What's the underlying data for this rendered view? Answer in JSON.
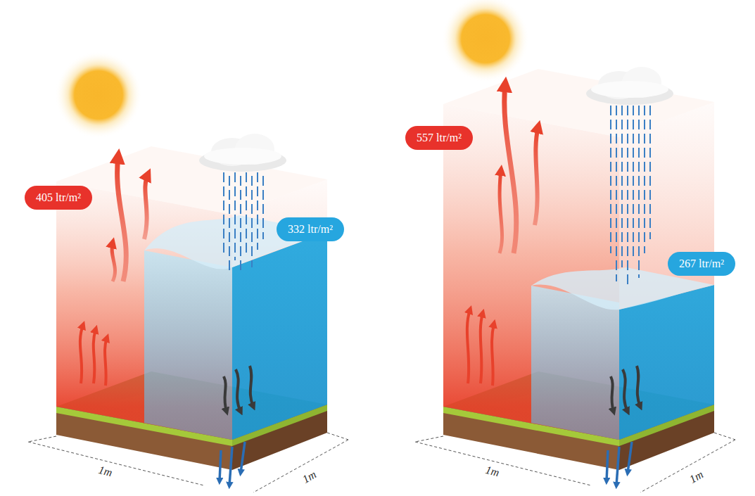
{
  "diagram": {
    "nodes": [
      {
        "text": [
          "405 ltr/m²"
        ]
      },
      {
        "text": [
          "332 ltr/m²"
        ]
      },
      {
        "text": [
          "557 ltr/m²"
        ]
      },
      {
        "text": [
          "267 ltr/m²"
        ]
      }
    ],
    "labels": [
      "1m",
      "1m",
      "1m",
      "1m"
    ]
  }
}
